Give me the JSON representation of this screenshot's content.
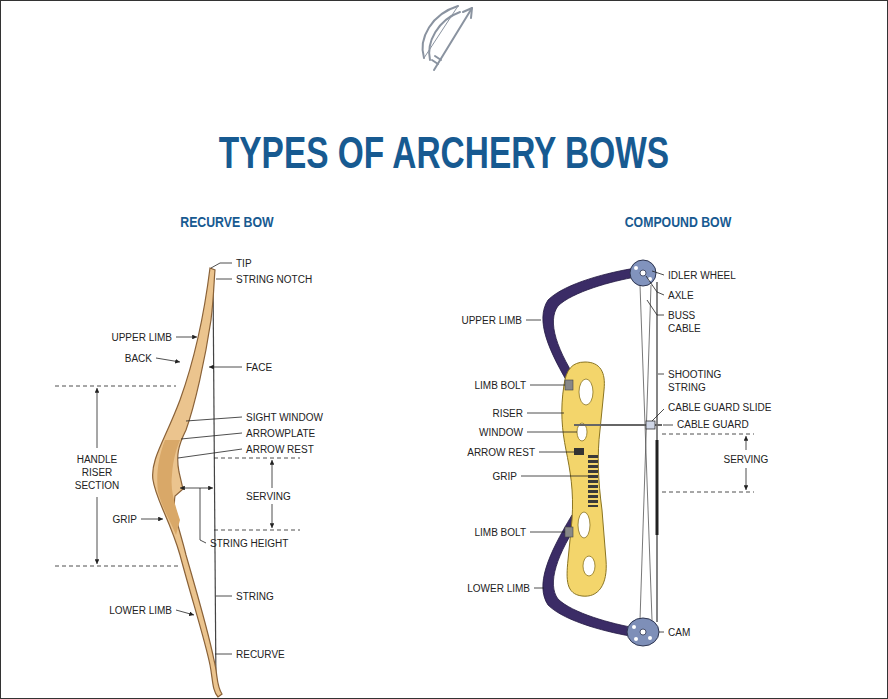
{
  "diagram": {
    "title": "TYPES OF ARCHERY BOWS",
    "labels": [
      "RECURVE BOW",
      "COMPOUND BOW",
      "TIP",
      "STRING NOTCH",
      "UPPER LIMB",
      "BACK",
      "FACE",
      "HANDLE RISER SECTION",
      "SIGHT WINDOW",
      "ARROWPLATE",
      "ARROW REST",
      "SERVING",
      "GRIP",
      "STRING HEIGHT",
      "STRING",
      "LOWER LIMB",
      "RECURVE",
      "IDLER WHEEL",
      "AXLE",
      "BUSS CABLE",
      "UPPER LIMB",
      "SHOOTING STRING",
      "LIMB BOLT",
      "RISER",
      "WINDOW",
      "CABLE GUARD SLIDE",
      "CABLE GUARD",
      "ARROW REST",
      "SERVING",
      "GRIP",
      "LIMB BOLT",
      "LOWER LIMB",
      "CAM"
    ]
  }
}
